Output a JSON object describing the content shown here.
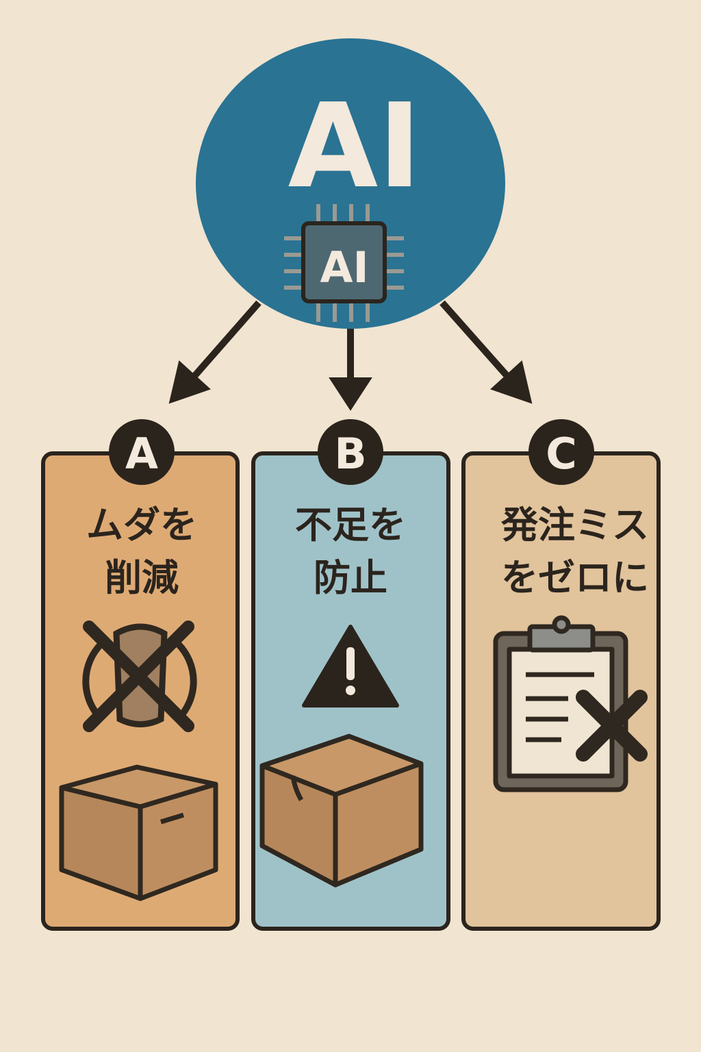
{
  "hub": {
    "title": "AI",
    "chip_label": "AI",
    "color": "#2a7393"
  },
  "panels": [
    {
      "badge": "A",
      "line1": "ムダを",
      "line2": "削減",
      "color": "#deaa74",
      "icon": "prohibited-trash-icon"
    },
    {
      "badge": "B",
      "line1": "不足を",
      "line2": "防止",
      "color": "#9fc2c9",
      "icon": "warning-icon"
    },
    {
      "badge": "C",
      "line1": "発注ミス",
      "line2": "をゼロに",
      "color": "#e1c39c",
      "icon": "clipboard-error-icon"
    }
  ]
}
